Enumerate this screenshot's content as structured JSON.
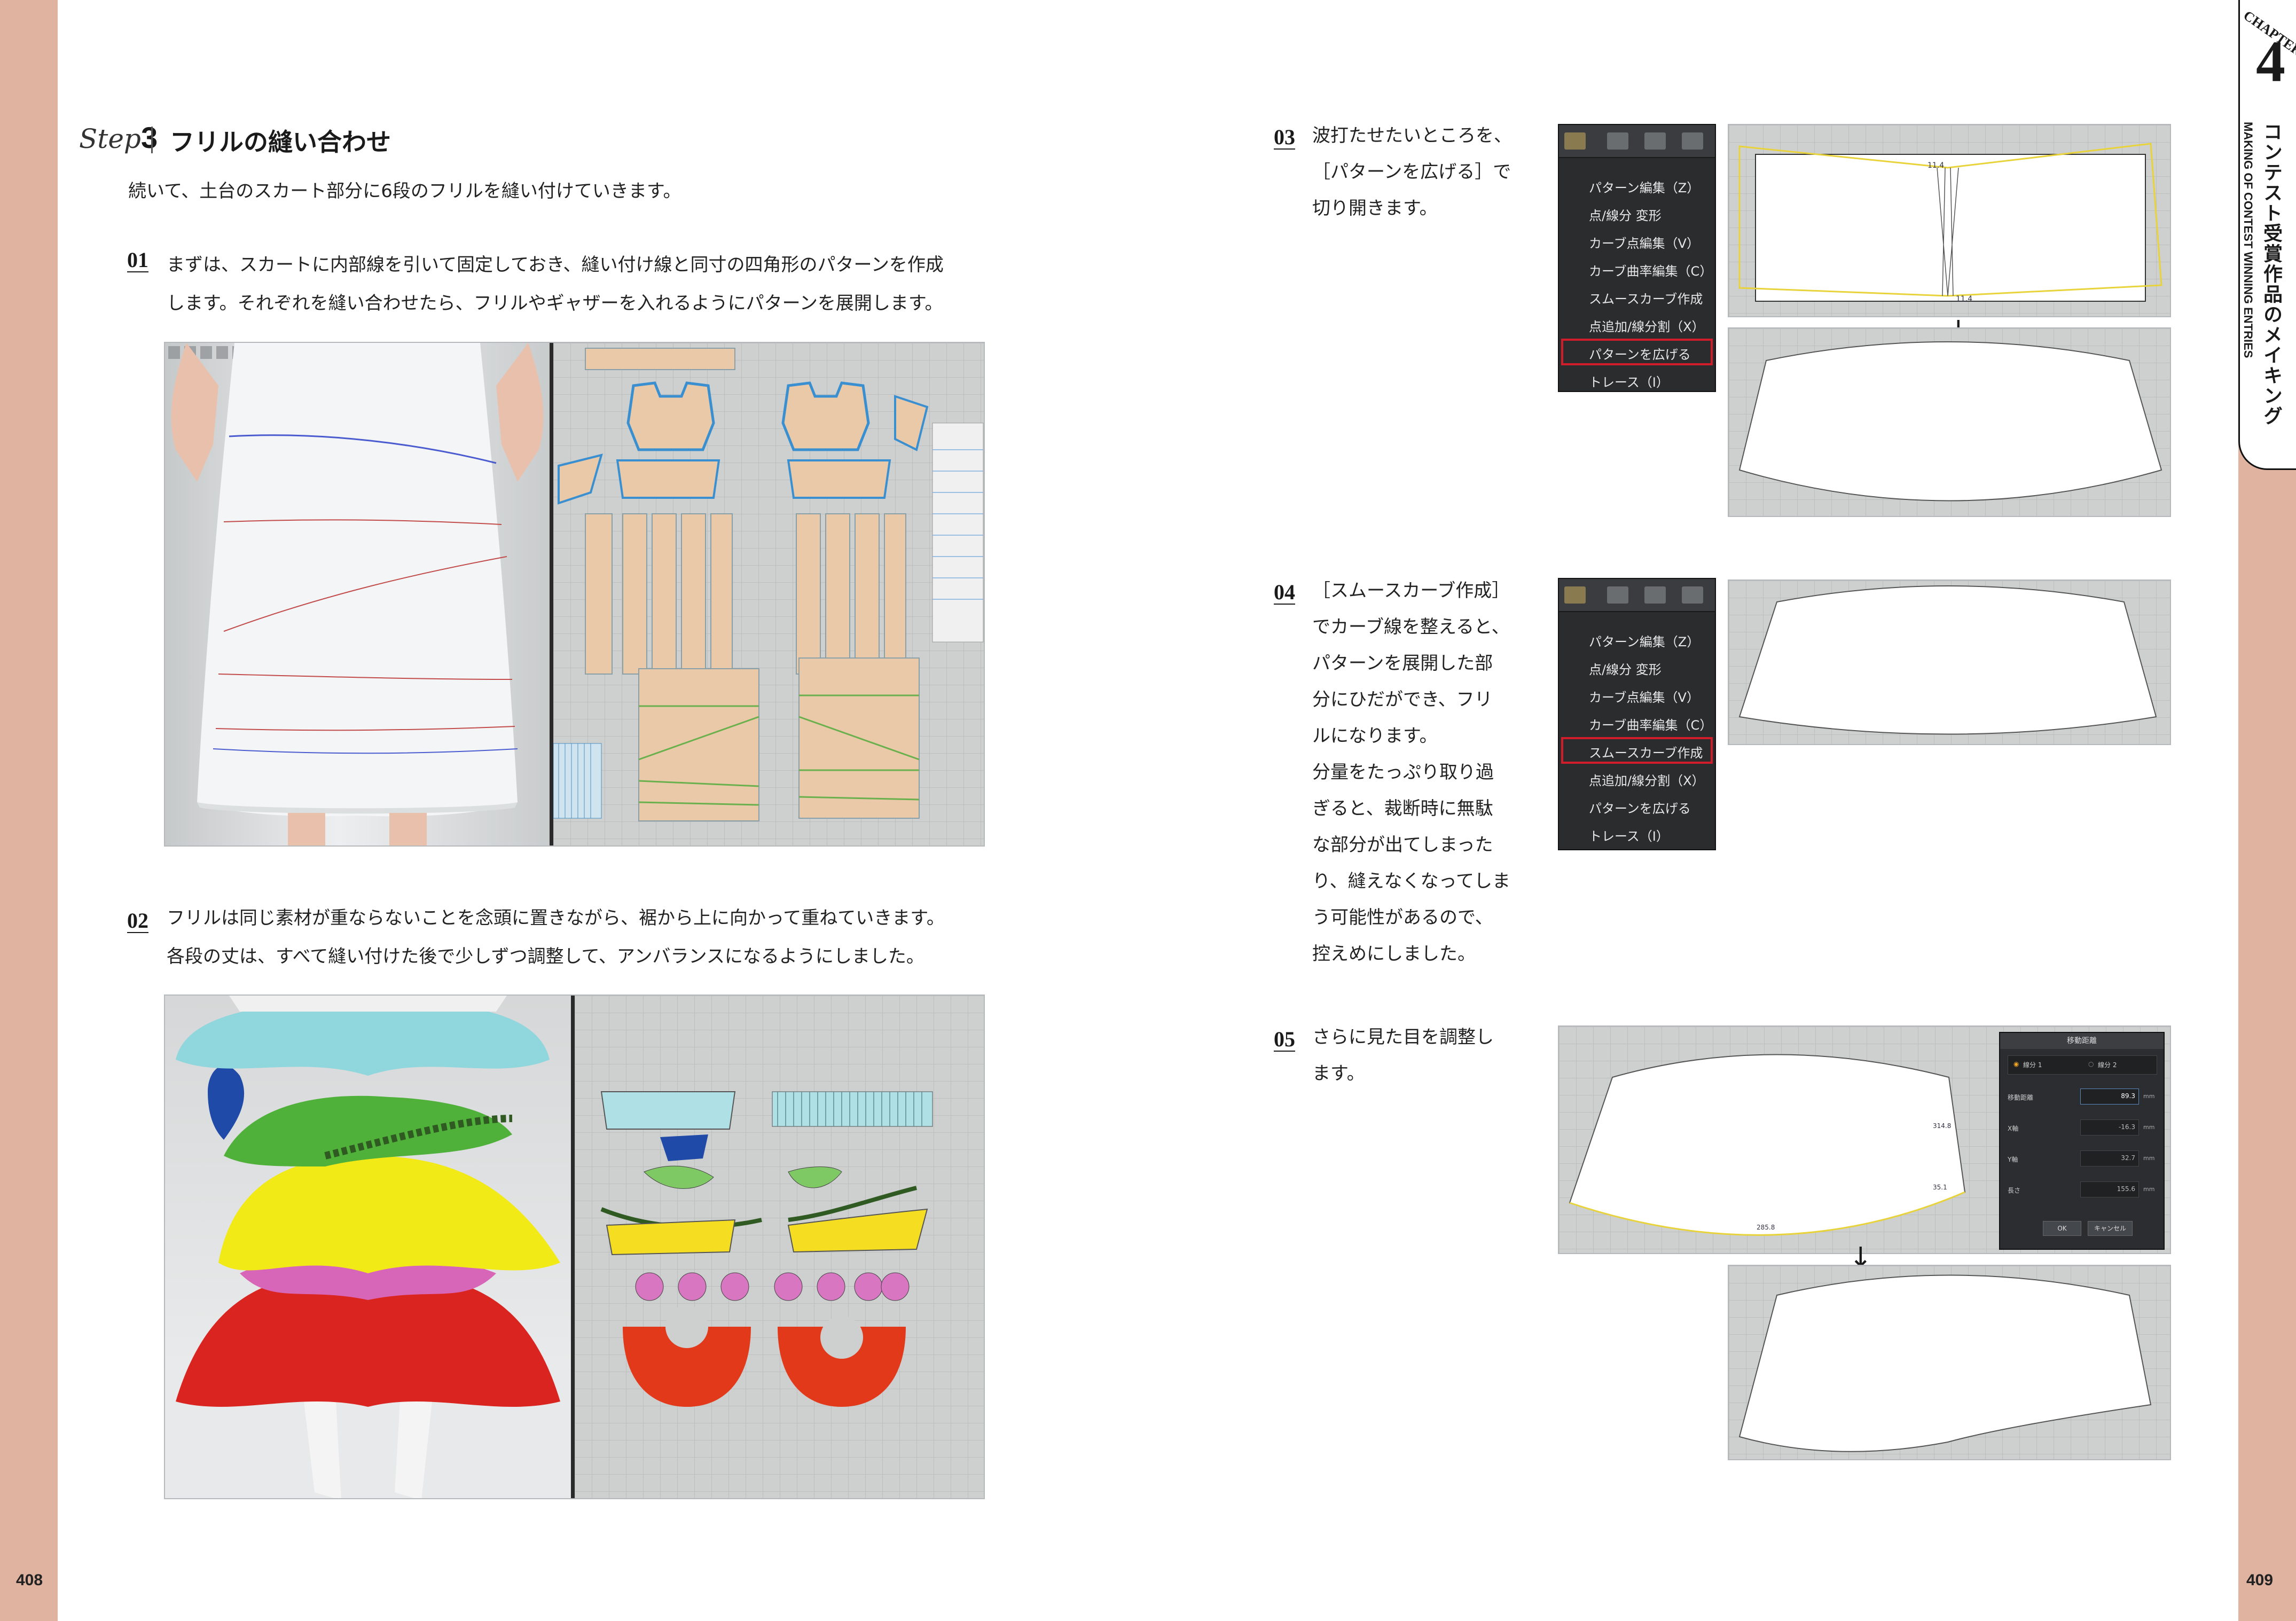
{
  "page_left": "408",
  "page_right": "409",
  "chapter": {
    "label": "CHAPTER",
    "number": "4",
    "title_ja": "コンテスト受賞作品のメイキング",
    "title_en": "MAKING OF CONTEST WINNING ENTRIES"
  },
  "step": {
    "script": "Step",
    "number": "3",
    "title": "フリルの縫い合わせ",
    "intro": "続いて、土台のスカート部分に6段のフリルを縫い付けていきます。"
  },
  "s01": {
    "num": "01",
    "line1": "まずは、スカートに内部線を引いて固定しておき、縫い付け線と同寸の四角形のパターンを作成",
    "line2": "します。それぞれを縫い合わせたら、フリルやギャザーを入れるようにパターンを展開します。"
  },
  "s02": {
    "num": "02",
    "line1": "フリルは同じ素材が重ならないことを念頭に置きながら、裾から上に向かって重ねていきます。",
    "line2": "各段の丈は、すべて縫い付けた後で少しずつ調整して、アンバランスになるようにしました。"
  },
  "s03": {
    "num": "03",
    "lines": [
      "波打たせたいところを、",
      "［パターンを広げる］で",
      "切り開きます。"
    ]
  },
  "s04": {
    "num": "04",
    "lines": [
      "［スムースカーブ作成］",
      "でカーブ線を整えると、",
      "パターンを展開した部",
      "分にひだができ、フリ",
      "ルになります。",
      "分量をたっぷり取り過",
      "ぎると、裁断時に無駄",
      "な部分が出てしまった",
      "り、縫えなくなってしま",
      "う可能性があるので、",
      "控えめにしました。"
    ]
  },
  "s05": {
    "num": "05",
    "lines": [
      "さらに見た目を調整し",
      "ます。"
    ]
  },
  "menu": [
    "パターン編集（Z）",
    "点/線分 変形",
    "カーブ点編集（V）",
    "カーブ曲率編集（C）",
    "スムースカーブ作成",
    "点追加/線分割（X）",
    "パターンを広げる",
    "トレース（I）"
  ],
  "dialog": {
    "title": "移動距離",
    "opt1": "線分 1",
    "opt2": "線分 2",
    "rows": [
      {
        "label": "移動距離",
        "value": "89.3",
        "unit": "mm"
      },
      {
        "label": "X軸",
        "value": "-16.3",
        "unit": "mm"
      },
      {
        "label": "Y軸",
        "value": "32.7",
        "unit": "mm"
      },
      {
        "label": "長さ",
        "value": "155.6",
        "unit": "mm"
      }
    ],
    "ok": "OK",
    "cancel": "キャンセル"
  },
  "annot": {
    "a1": "11.4",
    "a2": "11.4",
    "b1": "314.8",
    "b2": "35.1",
    "b3": "285.8"
  },
  "colors": {
    "accent": "#e0b3a0",
    "pattern_fill": "#e9c9a8",
    "highlight": "#d11d2a"
  }
}
